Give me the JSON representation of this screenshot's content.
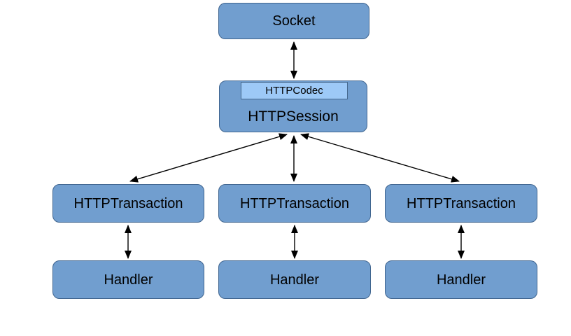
{
  "diagram": {
    "nodes": {
      "socket": {
        "label": "Socket"
      },
      "codec": {
        "label": "HTTPCodec"
      },
      "session": {
        "label": "HTTPSession"
      },
      "transactions": [
        {
          "label": "HTTPTransaction"
        },
        {
          "label": "HTTPTransaction"
        },
        {
          "label": "HTTPTransaction"
        }
      ],
      "handlers": [
        {
          "label": "Handler"
        },
        {
          "label": "Handler"
        },
        {
          "label": "Handler"
        }
      ]
    },
    "edges": [
      {
        "from": "Socket",
        "to": "HTTPSession",
        "direction": "bidirectional"
      },
      {
        "from": "HTTPSession",
        "to": "HTTPTransaction-1",
        "direction": "bidirectional"
      },
      {
        "from": "HTTPSession",
        "to": "HTTPTransaction-2",
        "direction": "bidirectional"
      },
      {
        "from": "HTTPSession",
        "to": "HTTPTransaction-3",
        "direction": "bidirectional"
      },
      {
        "from": "HTTPTransaction-1",
        "to": "Handler-1",
        "direction": "bidirectional"
      },
      {
        "from": "HTTPTransaction-2",
        "to": "Handler-2",
        "direction": "bidirectional"
      },
      {
        "from": "HTTPTransaction-3",
        "to": "Handler-3",
        "direction": "bidirectional"
      }
    ],
    "colors": {
      "node_fill": "#719ecf",
      "node_border": "#40658f",
      "codec_fill": "#9dc9f7",
      "codec_border": "#44678c",
      "arrow": "#000000",
      "background": "#ffffff"
    }
  }
}
